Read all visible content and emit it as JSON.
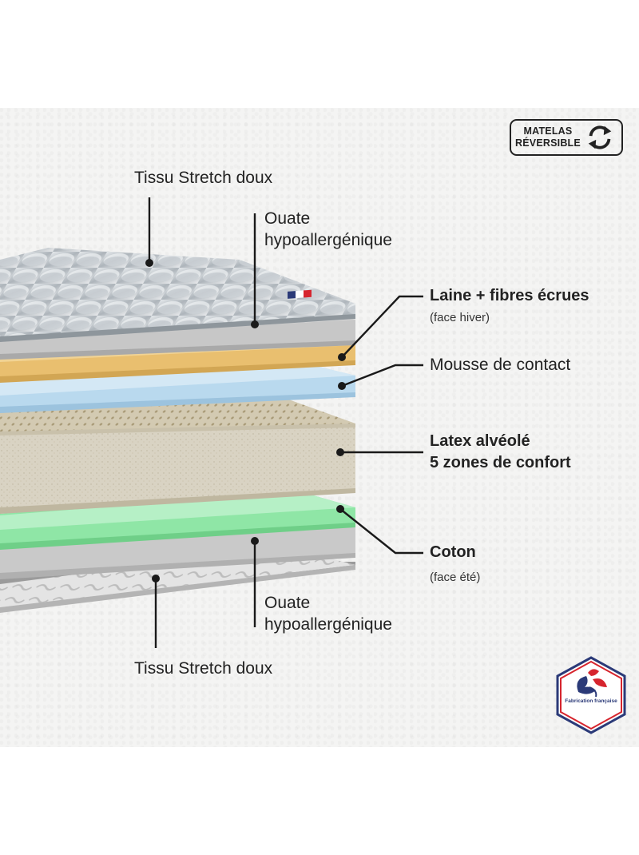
{
  "badge": {
    "line1": "MATELAS",
    "line2": "RÉVERSIBLE",
    "icon": "reversible-arrows-icon"
  },
  "labels": {
    "top_tissu": "Tissu Stretch doux",
    "top_ouate_1": "Ouate",
    "top_ouate_2": "hypoallergénique",
    "laine": "Laine + fibres écrues",
    "laine_note": "(face hiver)",
    "mousse": "Mousse de contact",
    "latex_1": "Latex alvéolé",
    "latex_2": "5 zones de confort",
    "coton": "Coton",
    "coton_note": "(face été)",
    "bottom_ouate_1": "Ouate",
    "bottom_ouate_2": "hypoallergénique",
    "bottom_tissu": "Tissu Stretch doux"
  },
  "logo": {
    "text": "Fabrication française",
    "icon": "rooster-icon",
    "colors": {
      "blue": "#2b3a78",
      "red": "#d6252e"
    }
  },
  "layer_colors": {
    "quilt": "#c9ced3",
    "ouate": "#cfcfcf",
    "laine": "#e9bf6f",
    "mousse": "#b9d9ee",
    "latex": "#d9d2bf",
    "coton": "#8fe6a6",
    "bottom_quilt": "#dedede"
  }
}
